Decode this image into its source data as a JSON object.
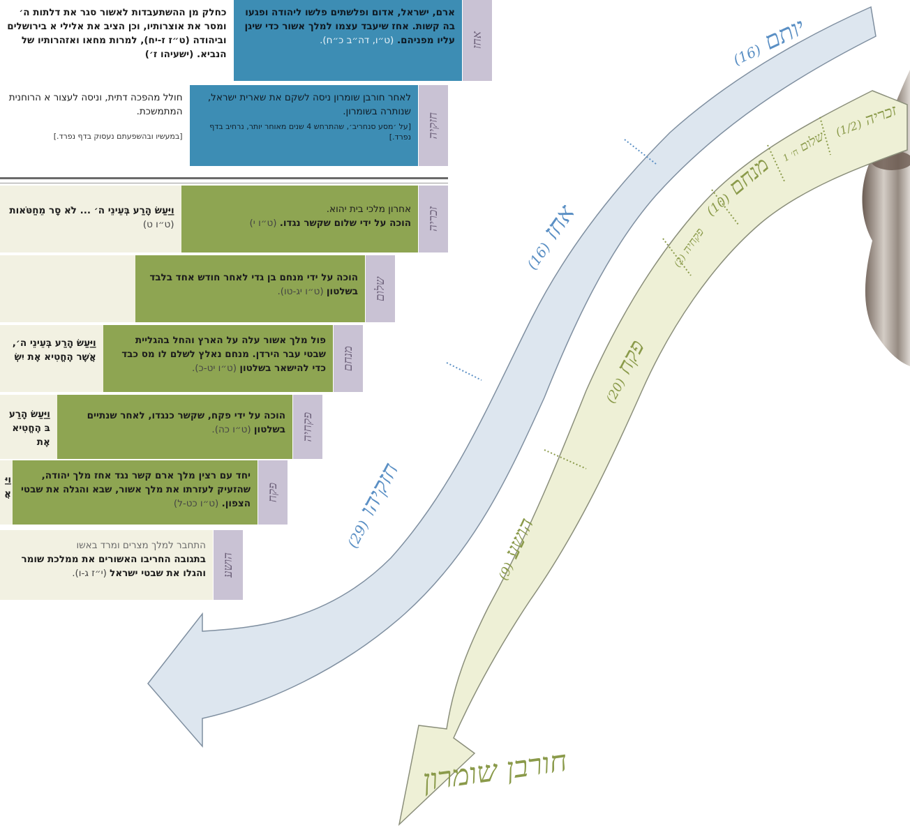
{
  "colors": {
    "judah_tab": "#c9c2d4",
    "judah_box": "#3d8db4",
    "israel_box": "#8ea552",
    "verdict_box": "#f2f1e2",
    "israel_arrow": "#dde6ef",
    "israel_arrow_label": "#5a8fc4",
    "hoshea_arrow": "#eef0d6",
    "hoshea_arrow_label": "#8a9a4a"
  },
  "judah_rows": [
    {
      "tab": "אחז",
      "description": "ארם, ישראל, אדום ופלשתים פלשו ליהודה ופגעו בה קשות. אחז שיעבד עצמו למלך אשור כדי שיגן עליו מפניהם.",
      "ref": "(ט״ו, דה״ב כ״ח).",
      "verdict": "כחלק מן ההשתעבדות לאשור סגר את דלתות ה׳ ומסר את אוצרותיו, וכן הציב את אלילי א בירושלים וביהודה (ט״ז ז-יח), למרות מחאו ואזהרותיו של הנביא. (ישעיהו ז׳)"
    },
    {
      "tab": "חזקיה",
      "description": "לאחר חורבן שומרון ניסה לשקם את שארית ישראל, שנותרה בשומרון.",
      "note": "[על ׳מסע סנחריב׳, שהתרחש 4 שנים מאוחר יותר, נרחיב בדף נפרד.]",
      "verdict": "חולל מהפכה דתית, וניסה לעצור א הרוחנית המתמשכת.",
      "verdict_note": "[במעשיו ובהשפעתם נעסוק בדף נפרד.]"
    }
  ],
  "israel_rows": [
    {
      "tab": "זכריה",
      "description": "אחרון מלכי בית יהוא.",
      "description_bold": "הוכה על ידי שלום שקשר נגדו.",
      "ref": "(ט״ו י)",
      "verdict_bold": "וַיַּעַשׂ הָרַע בְּעֵינֵי ה׳ ... לֹא סָר מֵחַטֹּאות",
      "verdict_ref": "(ט״ו ט)"
    },
    {
      "tab": "שלום",
      "description_bold": "הוכה על ידי מנחם בן גדי לאחר חודש אחד בלבד בשלטון",
      "ref": "(ט״ו יג-טו)."
    },
    {
      "tab": "מנחם",
      "description_bold": "פול מלך אשור עלה על הארץ והחל בהגליית שבטי עבר הירדן. מנחם נאלץ לשלם לו מס כבד כדי להישאר בשלטון",
      "ref": "(ט״ו יט-כ).",
      "verdict_bold": "וַיַּעַשׂ הָרַע בְּעֵינֵי ה׳, אֲשֶׁר הֶחֱטִיא אֶת יִשְׂ"
    },
    {
      "tab": "פקחיה",
      "description_bold": "הוכה על ידי פקח, שקשר כנגדו, לאחר שנתיים בשלטון",
      "ref": "(ט״ו כה).",
      "verdict_bold": "וַיַּעַשׂ הָרַע בּ הֶחֱטִיא אֶת"
    },
    {
      "tab": "פקח",
      "description_bold": "יחד עם רצין מלך ארם קשר נגד אחז מלך יהודה, שהזעיק לעזרתו את מלך אשור, שבא והגלה את שבטי הצפון.",
      "ref": "(ט״ו כט-ל)",
      "verdict_bold": "וַיַּ אֲ"
    },
    {
      "tab": "הושע",
      "description": "התחבר למלך מצרים ומרד באשו",
      "description_bold": "בתגובה החריבו האשורים את ממלכת שומר והגלו את שבטי ישראל",
      "ref": "(י״ז ג-ו)."
    }
  ],
  "israel_arrow_labels": [
    {
      "name": "יותם",
      "years": "(16)"
    },
    {
      "name": "אחז",
      "years": "(16)"
    },
    {
      "name": "חזקיהו",
      "years": "(29)"
    }
  ],
  "hoshea_arrow_labels": [
    {
      "name": "זכריה",
      "years": "(1/2)"
    },
    {
      "name": "שלום",
      "years": "ח׳ 1"
    },
    {
      "name": "מנחם",
      "years": "(10)"
    },
    {
      "name": "פקחיה",
      "years": "(2)"
    },
    {
      "name": "פקח",
      "years": "(20)"
    },
    {
      "name": "הושע",
      "years": "(9)"
    }
  ],
  "caption": "חורבן שומרון"
}
